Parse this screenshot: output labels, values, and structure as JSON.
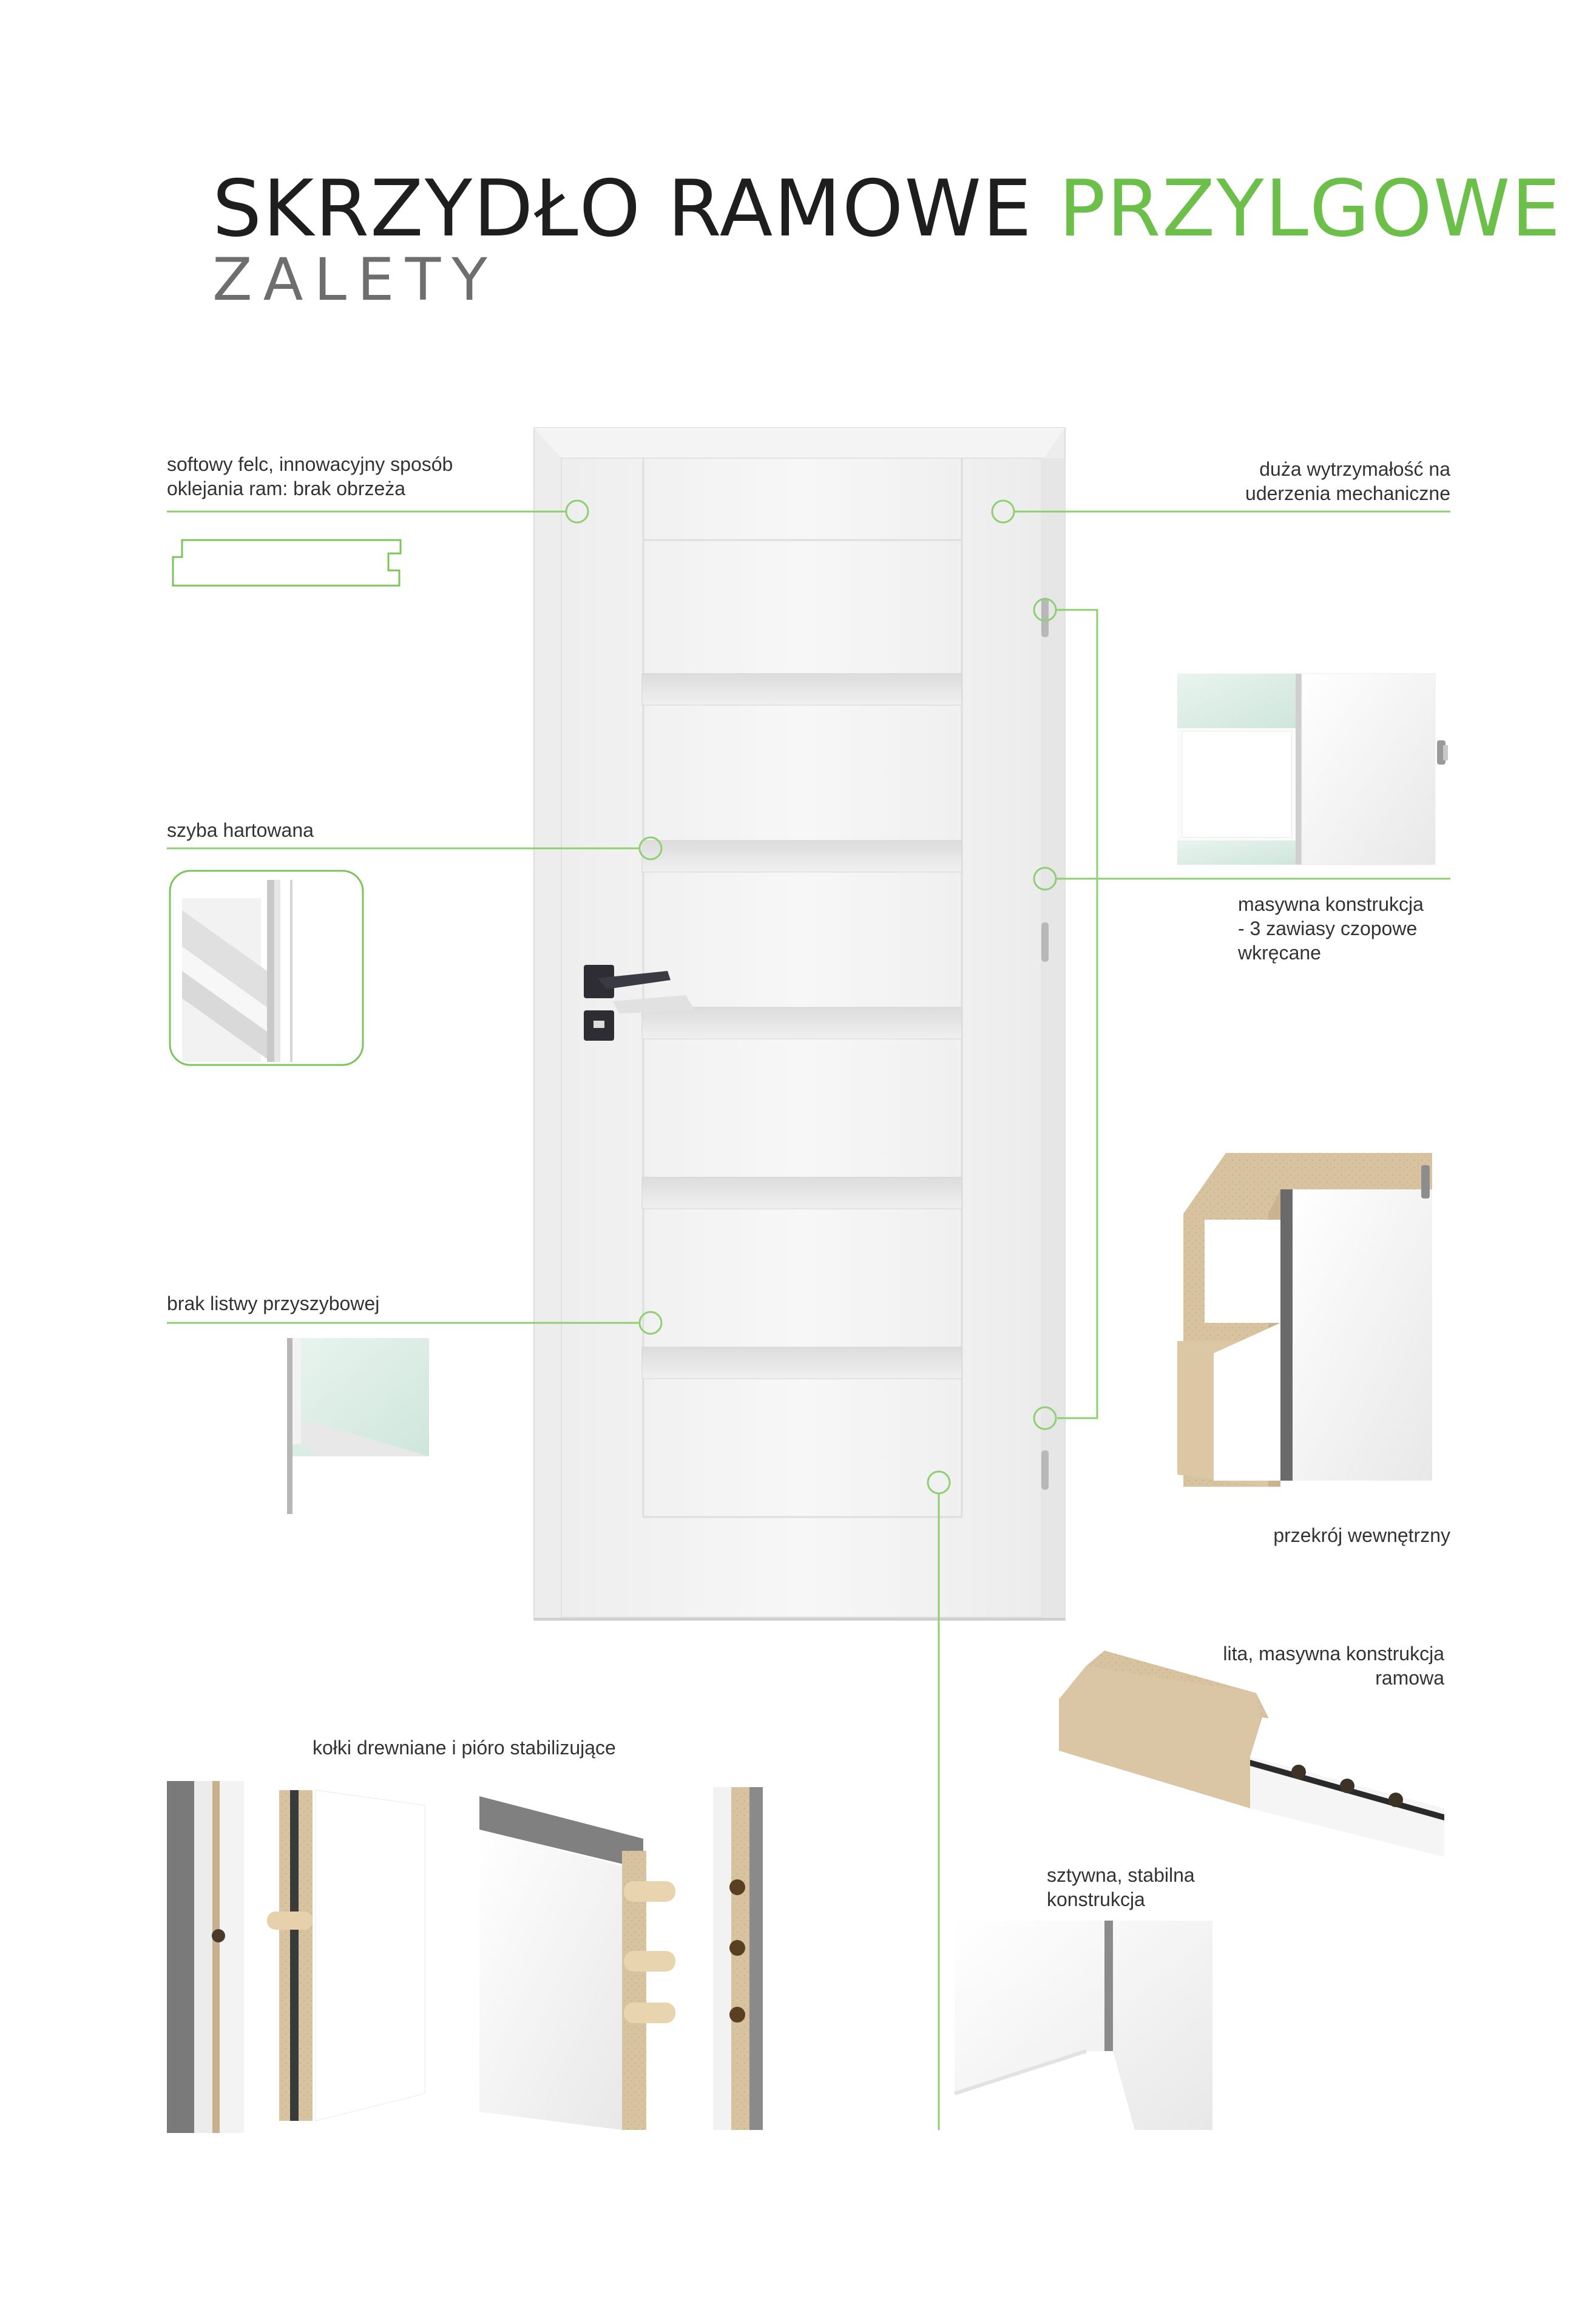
{
  "header": {
    "title_main": "SKRZYDŁO RAMOWE",
    "title_accent": "PRZYLGOWE",
    "subtitle": "ZALETY"
  },
  "features": {
    "rebate": {
      "line1": "softowy felc, innowacyjny sposób",
      "line2": "oklejania ram: brak obrzeża"
    },
    "glass": {
      "line1": "szyba hartowana"
    },
    "no_bead": {
      "line1": "brak listwy przyszybowej"
    },
    "impact": {
      "line1": "duża wytrzymałość na",
      "line2": "uderzenia mechaniczne"
    },
    "hinges": {
      "line1": "masywna konstrukcja",
      "line2": "- 3 zawiasy czopowe",
      "line3": "wkręcane"
    },
    "cross_section": {
      "line1": "przekrój wewnętrzny"
    },
    "solid_frame": {
      "line1": "lita, masywna konstrukcja",
      "line2": "ramowa"
    },
    "dowels": {
      "line1": "kołki drewniane i pióro stabilizujące"
    },
    "rigid": {
      "line1": "sztywna, stabilna",
      "line2": "konstrukcja"
    }
  },
  "colors": {
    "accent": "#6cc04a",
    "door": "#f4f4f4",
    "wood": "#d9c4a3"
  }
}
